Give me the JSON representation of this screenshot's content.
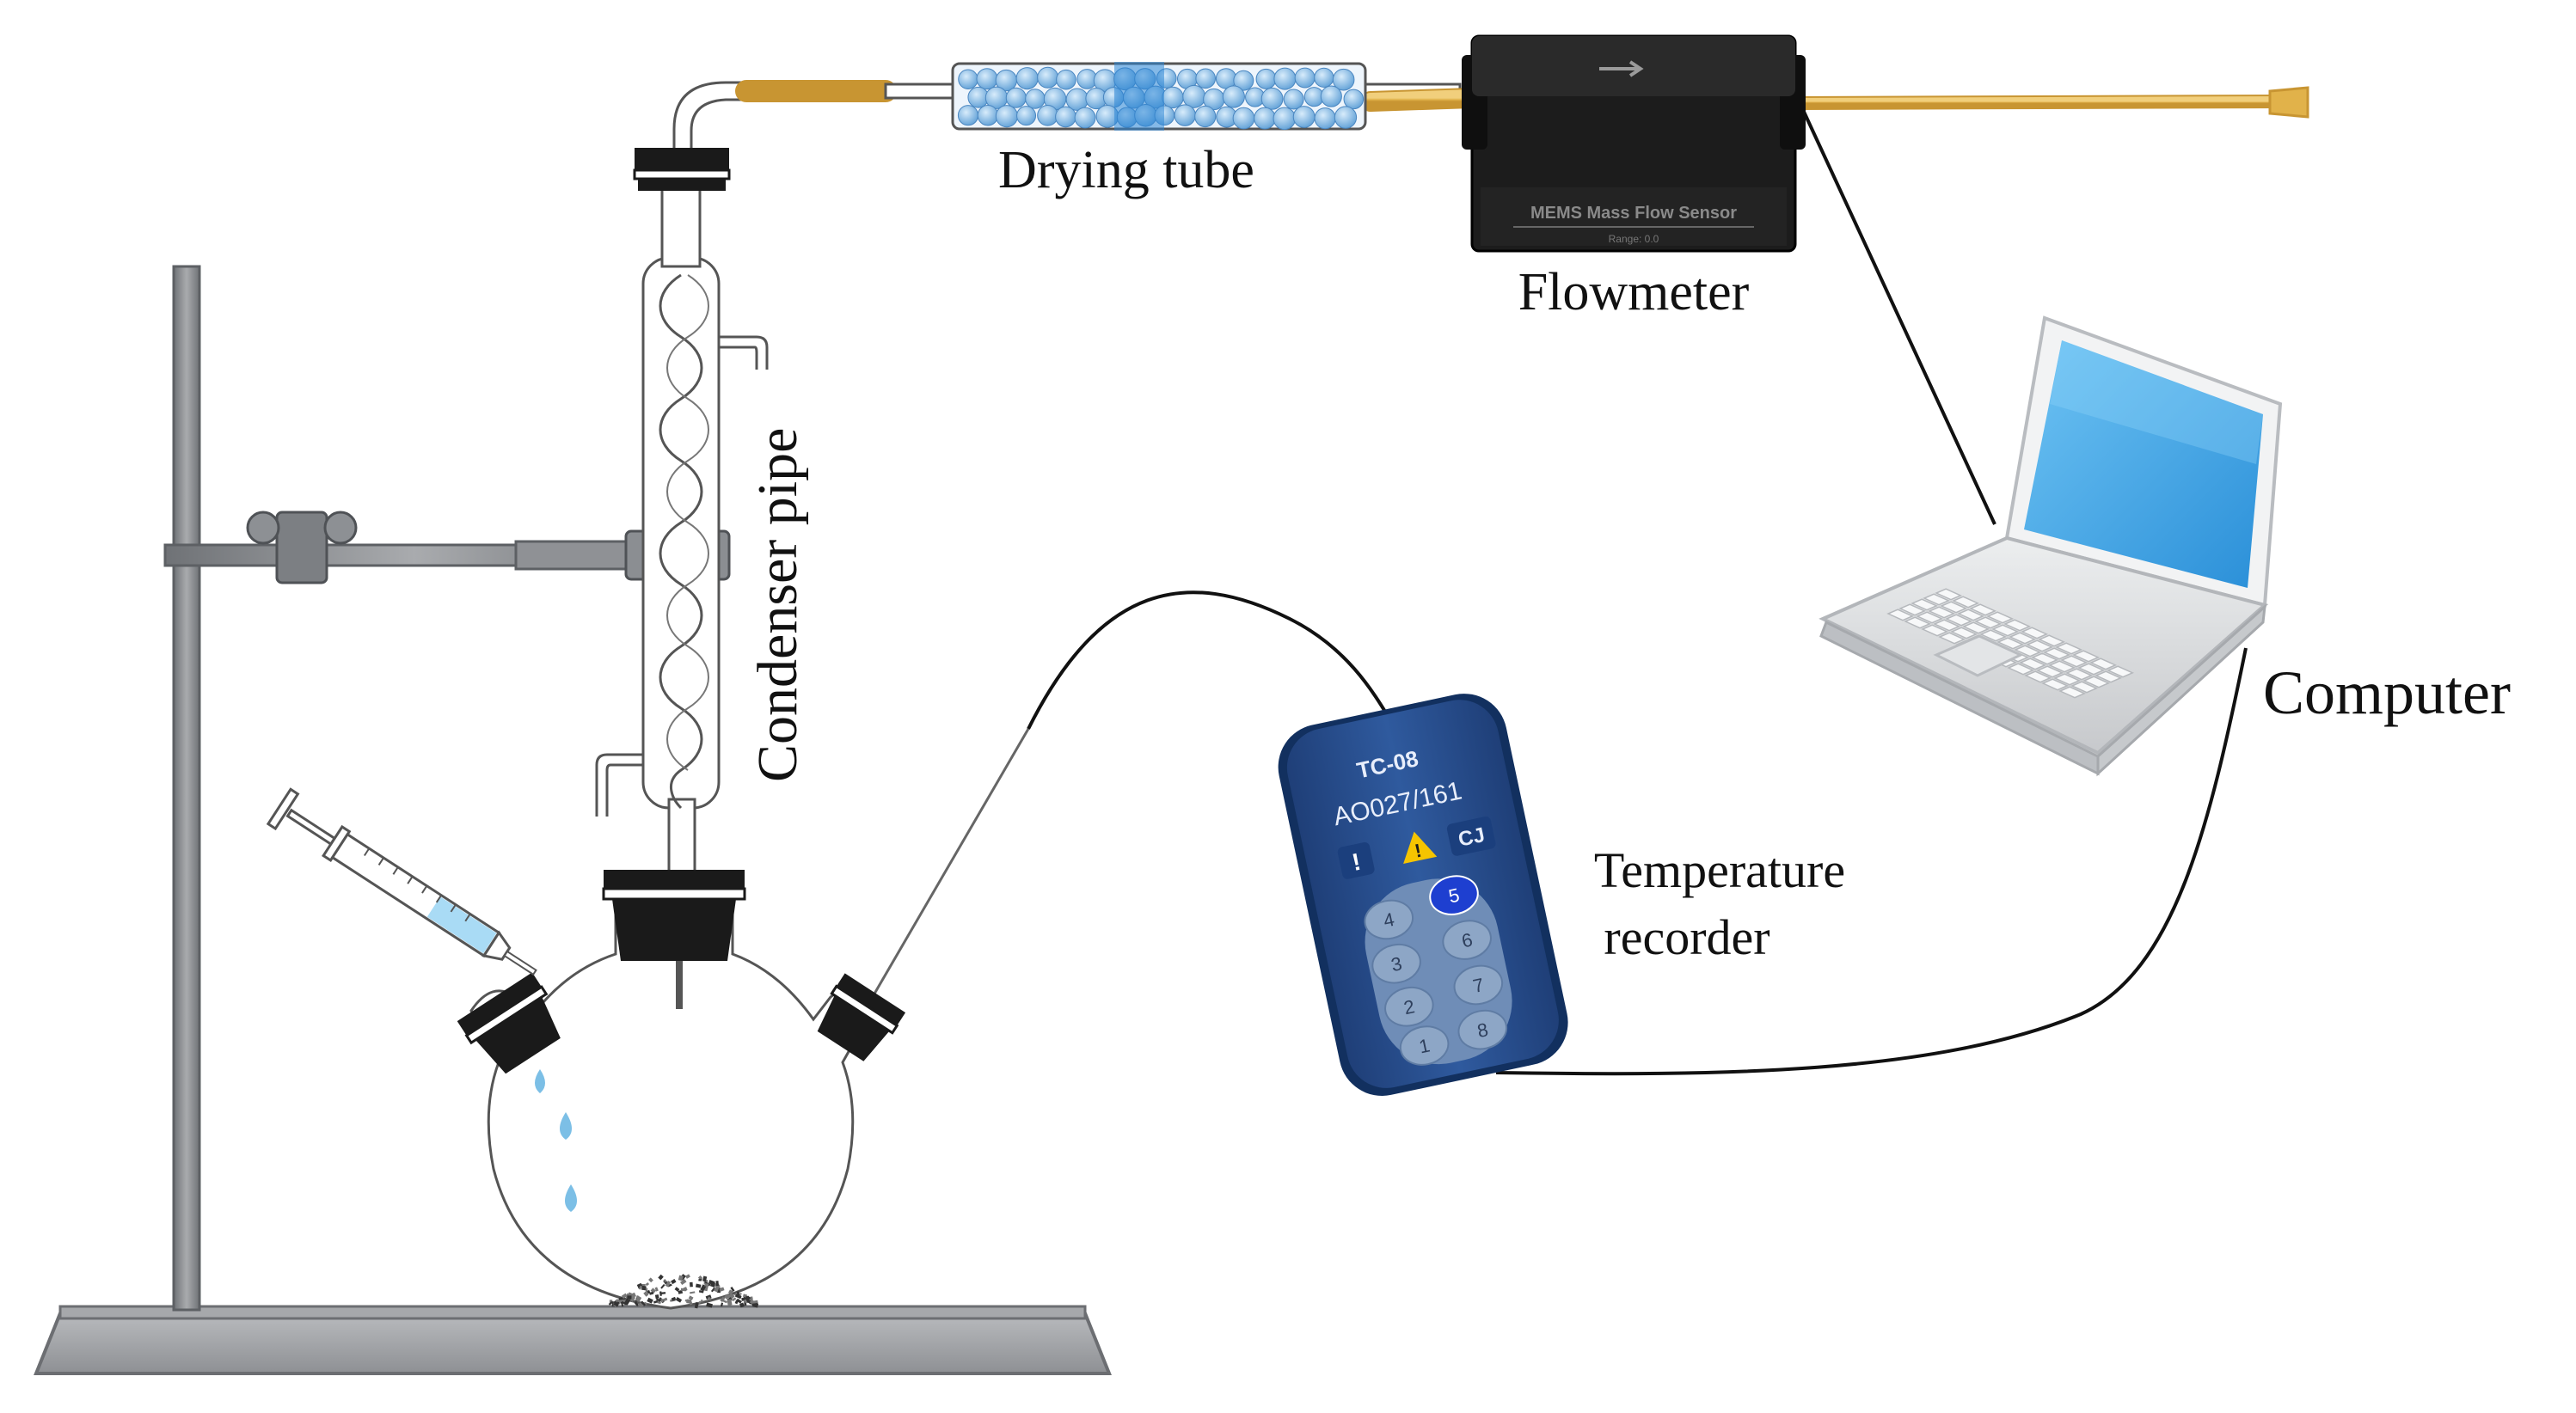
{
  "labels": {
    "drying_tube": "Drying tube",
    "flowmeter": "Flowmeter",
    "condenser": "Condenser pipe",
    "computer": "Computer",
    "recorder_line1": "Temperature",
    "recorder_line2": "recorder"
  },
  "flowmeter_device": {
    "line1": "MEMS Mass Flow Sensor",
    "line2": "Range: 0.0"
  },
  "recorder_device": {
    "model": "TC-08",
    "serial": "AO027/161",
    "cj": "CJ",
    "excl": "!",
    "warn": "!",
    "channels": [
      "1",
      "2",
      "3",
      "4",
      "5",
      "6",
      "7",
      "8"
    ]
  },
  "colors": {
    "stand": "#8a8c8f",
    "tubing": "#e1b24a",
    "recorder": "#2a4f8f",
    "recorder_key": "#8da6c6",
    "recorder_key_active": "#1e3fd0",
    "screen": "#35a3e8",
    "flowmeter_body": "#1a1a1a",
    "water": "#9fd2ef"
  }
}
